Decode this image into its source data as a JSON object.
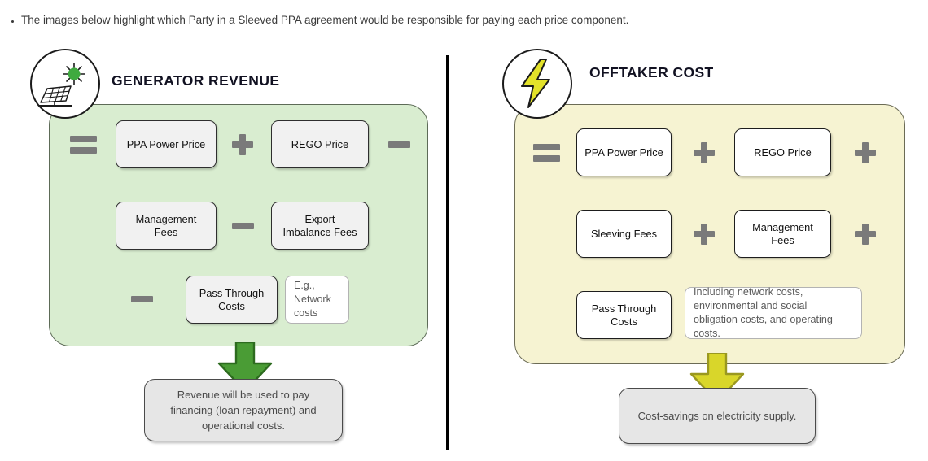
{
  "intro": {
    "bullet_text": "The images below highlight which Party in a Sleeved PPA agreement would be responsible for paying each price component."
  },
  "colors": {
    "generator_panel_bg": "#d9edd0",
    "offtaker_panel_bg": "#f6f3d2",
    "generator_arrow": "#4a9c35",
    "offtaker_arrow": "#d9d62a",
    "operator_grey": "#7a7a7a",
    "heading": "#111121",
    "sun_green": "#3faa3f",
    "bolt_yellow": "#e3e22a"
  },
  "generator": {
    "title": "GENERATOR REVENUE",
    "icon": "solar-panel-icon",
    "operators": {
      "equals": "=",
      "plus": "+",
      "minus": "−"
    },
    "rows": [
      {
        "lead_operator": "equals",
        "items": [
          {
            "label": "PPA Power Price",
            "style": "grey"
          },
          {
            "operator": "plus"
          },
          {
            "label": "REGO Price",
            "style": "grey"
          },
          {
            "operator": "minus"
          }
        ]
      },
      {
        "items": [
          {
            "label": "Management\nFees",
            "style": "grey"
          },
          {
            "operator": "minus"
          },
          {
            "label": "Export\nImbalance Fees",
            "style": "grey"
          }
        ]
      },
      {
        "items": [
          {
            "operator": "minus"
          },
          {
            "label": "Pass Through\nCosts",
            "style": "grey"
          },
          {
            "label": "E.g.,\nNetwork\ncosts",
            "style": "note"
          }
        ]
      }
    ],
    "outcome": "Revenue will be used to pay financing (loan repayment) and operational costs."
  },
  "offtaker": {
    "title": "OFFTAKER COST",
    "icon": "lightning-bolt-icon",
    "operators": {
      "equals": "=",
      "plus": "+"
    },
    "rows": [
      {
        "lead_operator": "equals",
        "items": [
          {
            "label": "PPA Power Price",
            "style": "white"
          },
          {
            "operator": "plus"
          },
          {
            "label": "REGO Price",
            "style": "white"
          },
          {
            "operator": "plus"
          }
        ]
      },
      {
        "items": [
          {
            "label": "Sleeving Fees",
            "style": "white"
          },
          {
            "operator": "plus"
          },
          {
            "label": "Management\nFees",
            "style": "white"
          },
          {
            "operator": "plus"
          }
        ]
      },
      {
        "items": [
          {
            "label": "Pass Through\nCosts",
            "style": "white"
          },
          {
            "label": "Including network costs, environmental and social obligation costs, and operating costs.",
            "style": "note"
          }
        ]
      }
    ],
    "outcome": "Cost-savings on electricity supply."
  }
}
